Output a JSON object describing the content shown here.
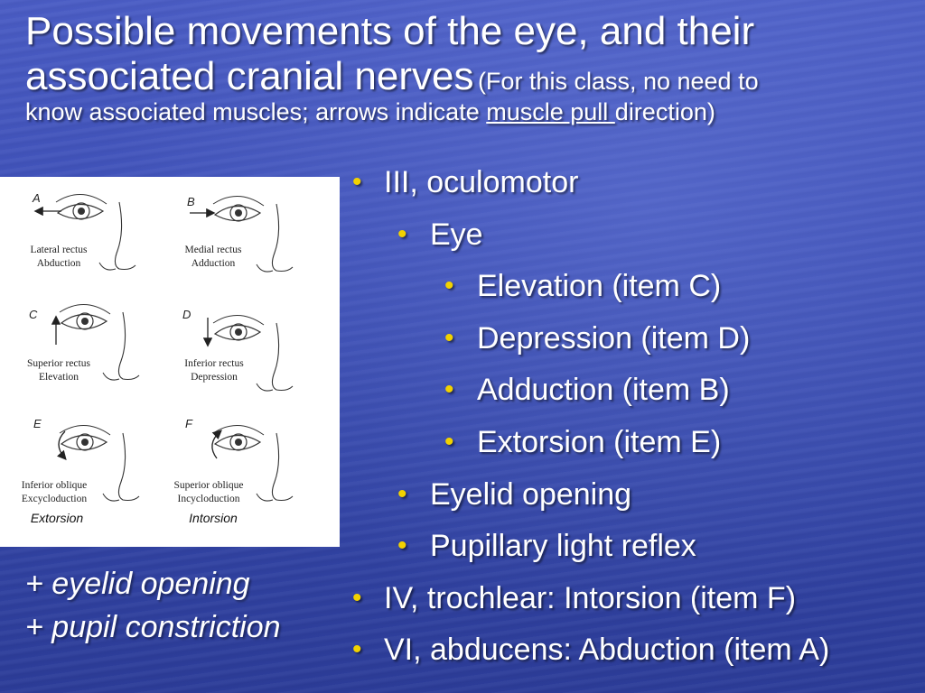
{
  "title": {
    "line1": "Possible movements of the eye, and their",
    "line2": "associated cranial nerves",
    "note_a": "(For this class, no need to",
    "note_b": "know associated muscles; arrows indicate",
    "note_underlined": "muscle pull ",
    "note_c": "direction)"
  },
  "figure": {
    "panels": [
      {
        "letter": "A",
        "muscle": "Lateral rectus",
        "action": "Abduction"
      },
      {
        "letter": "B",
        "muscle": "Medial rectus",
        "action": "Adduction"
      },
      {
        "letter": "C",
        "muscle": "Superior rectus",
        "action": "Elevation"
      },
      {
        "letter": "D",
        "muscle": "Inferior rectus",
        "action": "Depression"
      },
      {
        "letter": "E",
        "muscle": "Inferior oblique",
        "action": "Excycloduction",
        "footer": "Extorsion"
      },
      {
        "letter": "F",
        "muscle": "Superior oblique",
        "action": "Incycloduction",
        "footer": "Intorsion"
      }
    ]
  },
  "notes": {
    "line1": "+ eyelid opening",
    "line2": "+ pupil constriction"
  },
  "bullets": [
    {
      "level": 1,
      "text": "III, oculomotor"
    },
    {
      "level": 2,
      "text": "Eye"
    },
    {
      "level": 3,
      "text": "Elevation (item C)"
    },
    {
      "level": 3,
      "text": "Depression (item D)"
    },
    {
      "level": 3,
      "text": "Adduction (item B)"
    },
    {
      "level": 3,
      "text": "Extorsion (item E)"
    },
    {
      "level": 2,
      "text": "Eyelid opening"
    },
    {
      "level": 2,
      "text": "Pupillary light reflex"
    },
    {
      "level": 1,
      "text": "IV, trochlear:  Intorsion (item F)"
    },
    {
      "level": 1,
      "text": "VI, abducens: Abduction (item A)"
    }
  ],
  "colors": {
    "bullet": "#f2d200",
    "background": "#3d4fb6",
    "text": "#ffffff"
  }
}
